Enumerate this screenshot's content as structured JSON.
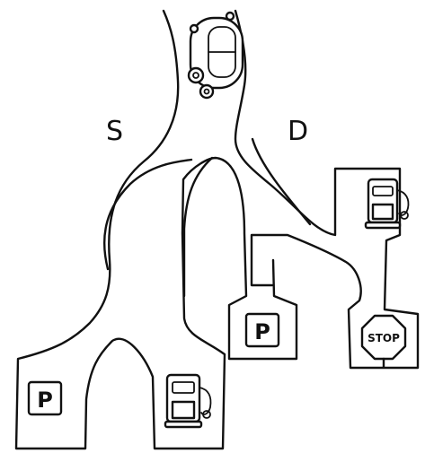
{
  "route_labels": {
    "left": "S",
    "right": "D"
  },
  "parking_signs": [
    {
      "letter": "P"
    },
    {
      "letter": "P"
    }
  ],
  "stop_sign": {
    "text": "STOP"
  },
  "icons": [
    "car-icon",
    "parking-sign-icon",
    "fuel-pump-icon",
    "stop-sign-icon"
  ]
}
